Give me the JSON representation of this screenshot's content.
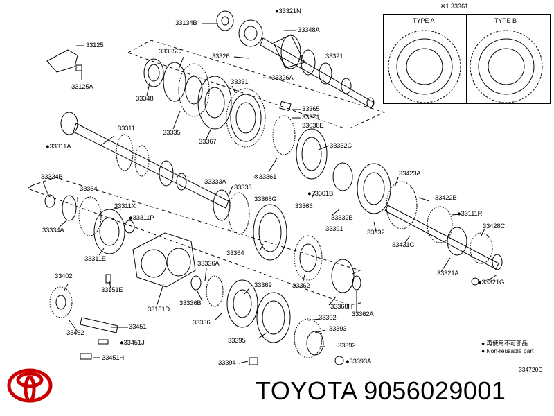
{
  "diagram": {
    "labels": [
      {
        "id": "l1",
        "text": "33134B"
      },
      {
        "id": "l2",
        "text": "●33321N"
      },
      {
        "id": "l3",
        "text": "33348A"
      },
      {
        "id": "l4",
        "text": "33125"
      },
      {
        "id": "l5",
        "text": "33125A"
      },
      {
        "id": "l6",
        "text": "33335C"
      },
      {
        "id": "l7",
        "text": "33326"
      },
      {
        "id": "l8",
        "text": "33321"
      },
      {
        "id": "l9",
        "text": "33326A"
      },
      {
        "id": "l10",
        "text": "33348"
      },
      {
        "id": "l11",
        "text": "33331"
      },
      {
        "id": "l12",
        "text": "33365"
      },
      {
        "id": "l13",
        "text": "33371"
      },
      {
        "id": "l14",
        "text": "33038E"
      },
      {
        "id": "l15",
        "text": "33335"
      },
      {
        "id": "l16",
        "text": "33367"
      },
      {
        "id": "l17",
        "text": "33311"
      },
      {
        "id": "l18",
        "text": "●33311A"
      },
      {
        "id": "l19",
        "text": "33332C"
      },
      {
        "id": "l20",
        "text": "33334B"
      },
      {
        "id": "l21",
        "text": "33333A"
      },
      {
        "id": "l22",
        "text": "※33361"
      },
      {
        "id": "l23",
        "text": "33334"
      },
      {
        "id": "l24",
        "text": "33333"
      },
      {
        "id": "l25",
        "text": "●33361B"
      },
      {
        "id": "l26",
        "text": "33423A"
      },
      {
        "id": "l27",
        "text": "33368G"
      },
      {
        "id": "l28",
        "text": "33311X"
      },
      {
        "id": "l29",
        "text": "33366"
      },
      {
        "id": "l30",
        "text": "33422B"
      },
      {
        "id": "l31",
        "text": "33334A"
      },
      {
        "id": "l32",
        "text": "●33311P"
      },
      {
        "id": "l33",
        "text": "33332B"
      },
      {
        "id": "l34",
        "text": "33391"
      },
      {
        "id": "l35",
        "text": "●33111R"
      },
      {
        "id": "l36",
        "text": "33428C"
      },
      {
        "id": "l37",
        "text": "33332"
      },
      {
        "id": "l38",
        "text": "33431C"
      },
      {
        "id": "l39",
        "text": "33311E"
      },
      {
        "id": "l40",
        "text": "33364"
      },
      {
        "id": "l41",
        "text": "33336A"
      },
      {
        "id": "l42",
        "text": "33402"
      },
      {
        "id": "l43",
        "text": "33321A"
      },
      {
        "id": "l44",
        "text": "●33321G"
      },
      {
        "id": "l45",
        "text": "33369"
      },
      {
        "id": "l46",
        "text": "33362"
      },
      {
        "id": "l47",
        "text": "33151E"
      },
      {
        "id": "l48",
        "text": "33368H"
      },
      {
        "id": "l49",
        "text": "33336B"
      },
      {
        "id": "l50",
        "text": "33151D"
      },
      {
        "id": "l51",
        "text": "33362A"
      },
      {
        "id": "l52",
        "text": "33392"
      },
      {
        "id": "l53",
        "text": "33336"
      },
      {
        "id": "l54",
        "text": "33462"
      },
      {
        "id": "l55",
        "text": "33451"
      },
      {
        "id": "l56",
        "text": "33393"
      },
      {
        "id": "l57",
        "text": "●33451J"
      },
      {
        "id": "l58",
        "text": "33395"
      },
      {
        "id": "l59",
        "text": "33392"
      },
      {
        "id": "l60",
        "text": "33451H"
      },
      {
        "id": "l61",
        "text": "33394"
      },
      {
        "id": "l62",
        "text": "●33393A"
      }
    ],
    "type_box": {
      "header": "※1 33361",
      "type_a": "TYPE A",
      "type_b": "TYPE B"
    },
    "legend": {
      "row1": "● 再使用不可部品",
      "row2": "● Non-reusable part"
    },
    "drawing_code": "334720C"
  },
  "brand": {
    "text": "TOYOTA 9056029001",
    "logo_color": "#cc0000"
  }
}
